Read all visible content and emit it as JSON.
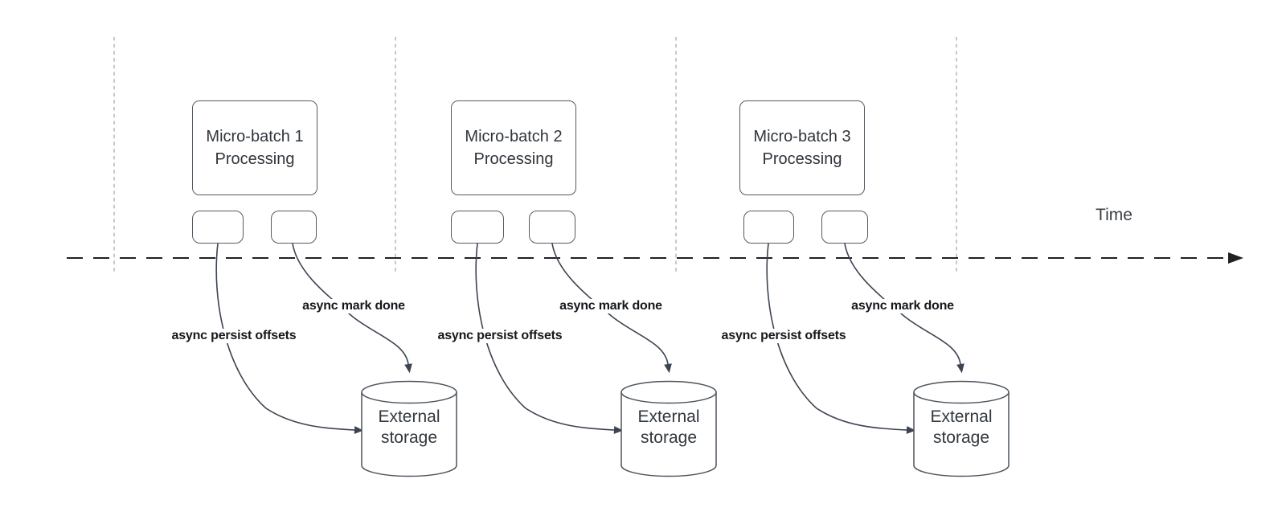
{
  "time_axis": {
    "label": "Time"
  },
  "groups": [
    {
      "batch_label": "Micro-batch 1\nProcessing",
      "persist_label": "async persist offsets",
      "mark_done_label": "async mark done",
      "storage_label": "External\nstorage"
    },
    {
      "batch_label": "Micro-batch 2\nProcessing",
      "persist_label": "async persist offsets",
      "mark_done_label": "async mark done",
      "storage_label": "External\nstorage"
    },
    {
      "batch_label": "Micro-batch 3\nProcessing",
      "persist_label": "async persist offsets",
      "mark_done_label": "async mark done",
      "storage_label": "External\nstorage"
    }
  ],
  "colors": {
    "shape_stroke": "#565b61",
    "connector": "#3d4451",
    "timeline": "#202124",
    "guide_line": "#b0b0b0",
    "shape_text": "#2f353c",
    "label_text": "#15181c"
  }
}
